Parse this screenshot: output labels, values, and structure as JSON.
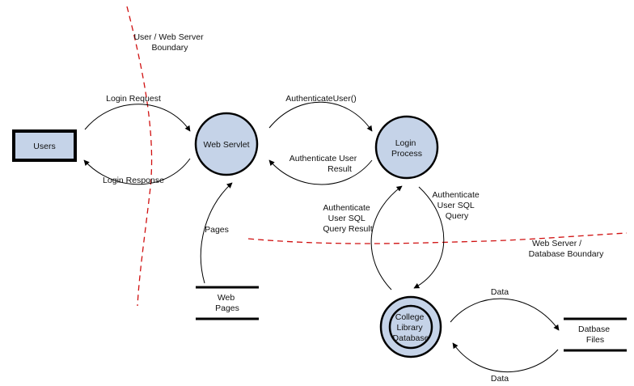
{
  "colors": {
    "node_fill": "#c5d3e8",
    "boundary": "#d01010",
    "line": "#000000"
  },
  "entities": {
    "users": "Users"
  },
  "processes": {
    "web_servlet": "Web Servlet",
    "login_process": [
      "Login",
      "Process"
    ],
    "college_library_database": [
      "College",
      "Library",
      "Database"
    ]
  },
  "data_stores": {
    "web_pages": [
      "Web",
      "Pages"
    ],
    "database_files": [
      "Datbase",
      "Files"
    ]
  },
  "flows": {
    "login_request": "Login Request",
    "login_response": "Login Response",
    "authenticate_user": "AuthenticateUser()",
    "authenticate_user_result": [
      "Authenticate User",
      "Result"
    ],
    "authenticate_sql_query": [
      "Authenticate",
      "User SQL",
      "Query"
    ],
    "authenticate_sql_query_result": [
      "Authenticate",
      "User SQL",
      "Query Result"
    ],
    "pages": "Pages",
    "data_out": "Data",
    "data_in": "Data"
  },
  "boundaries": {
    "user_web_server": [
      "User / Web Server",
      "Boundary"
    ],
    "web_server_database": [
      "Web Server /",
      "Database Boundary"
    ]
  }
}
